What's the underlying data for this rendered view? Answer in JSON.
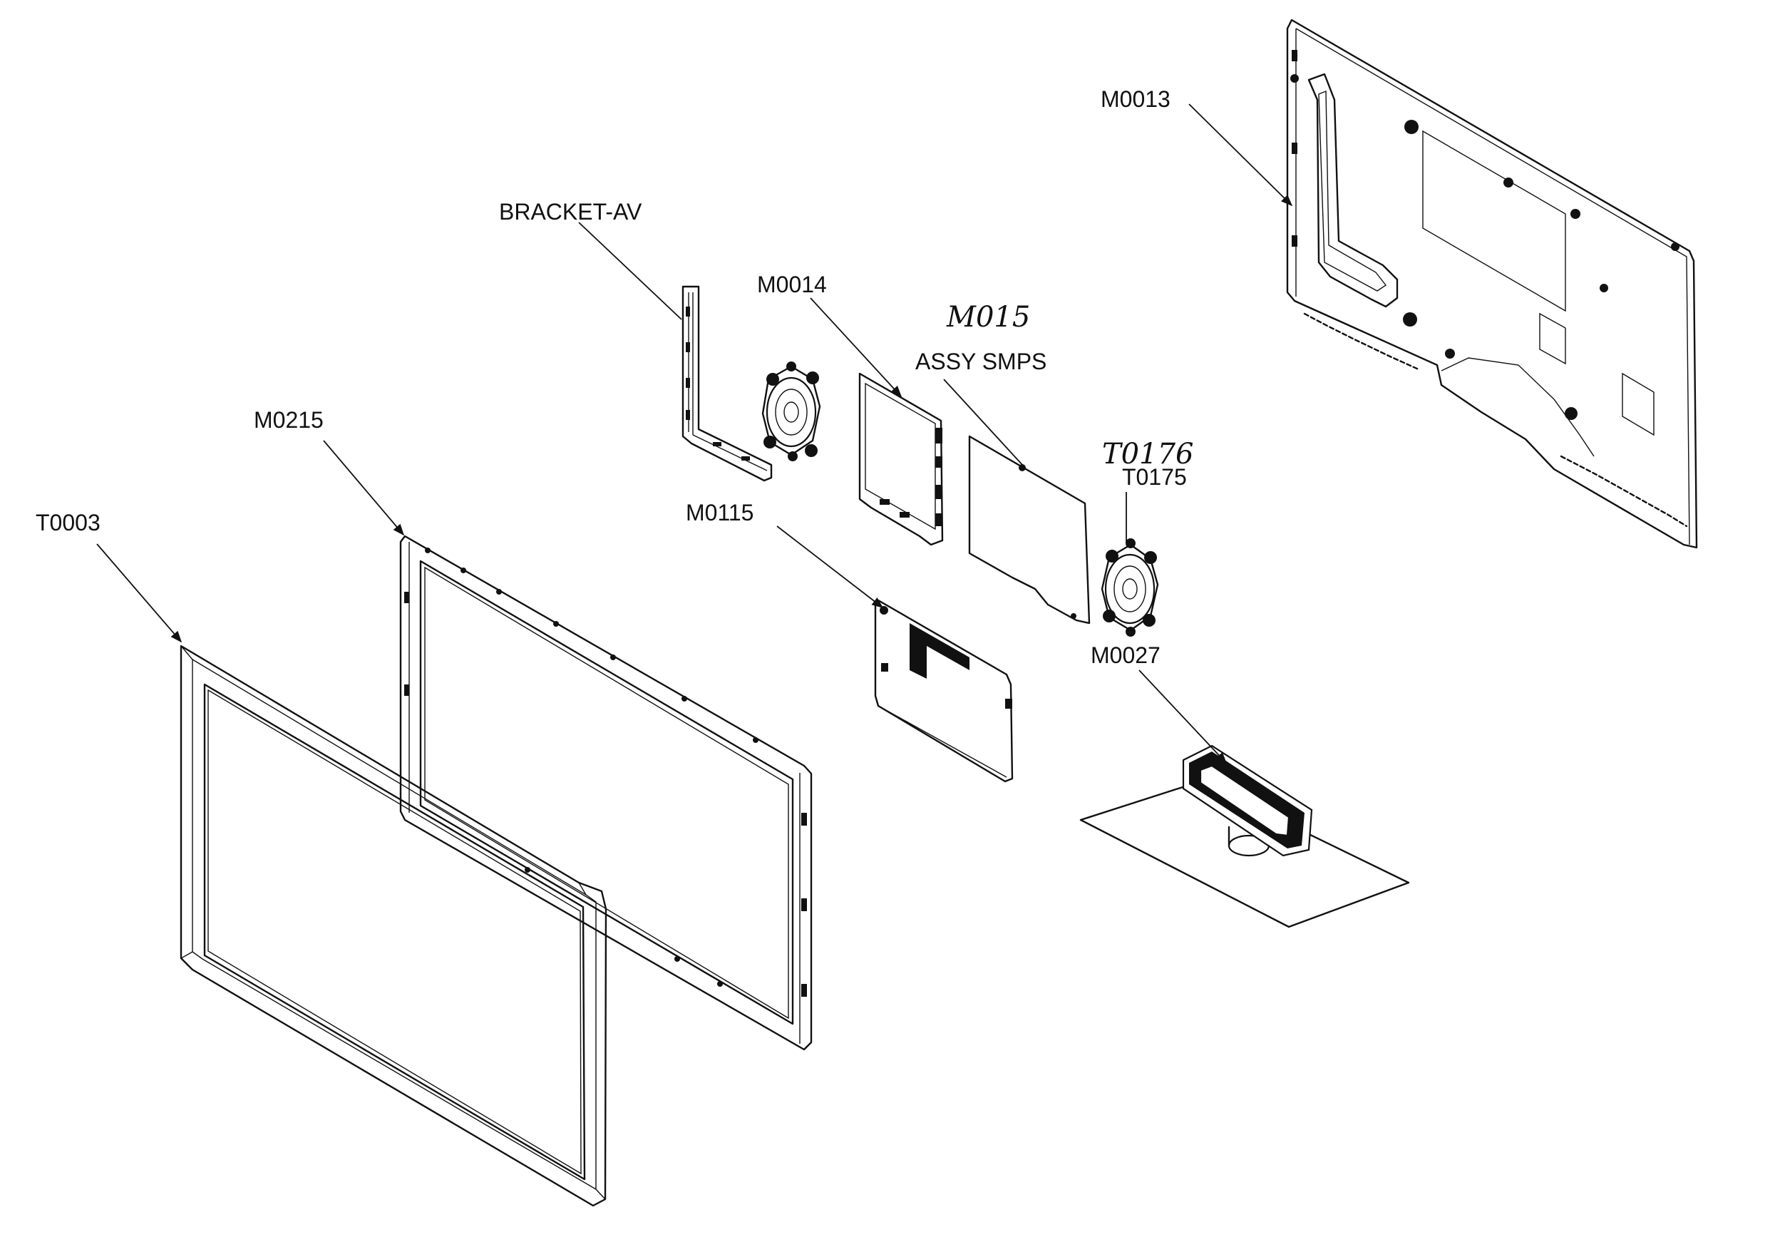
{
  "diagram": {
    "labels": {
      "t0003": "T0003",
      "m0215": "M0215",
      "bracket_av": "BRACKET-AV",
      "m0014": "M0014",
      "m015_handwritten": "M015",
      "assy_smps": "ASSY SMPS",
      "t0176_handwritten": "T0176",
      "t0175": "T0175",
      "m0115": "M0115",
      "m0027": "M0027",
      "m0013": "M0013"
    },
    "colors": {
      "ink": "#111111",
      "paper": "#ffffff"
    }
  }
}
